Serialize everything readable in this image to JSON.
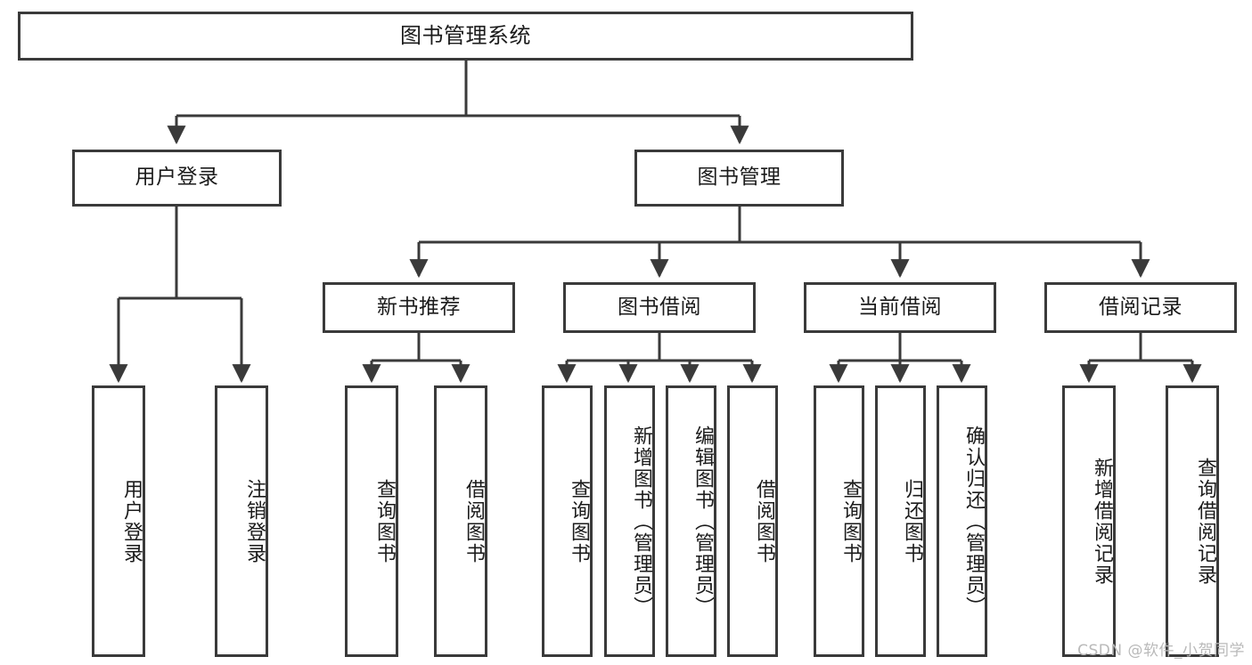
{
  "diagram": {
    "title": "图书管理系统",
    "type": "tree",
    "watermark": "CSDN @软件_小贺同学",
    "colors": {
      "box_border": "#3a3a3a",
      "box_fill": "#ffffff",
      "connector": "#3a3a3a",
      "text": "#1b1b1b",
      "watermark": "#b9b9b9"
    },
    "root": {
      "label": "图书管理系统"
    },
    "level2": [
      {
        "label": "用户登录"
      },
      {
        "label": "图书管理"
      }
    ],
    "level3": [
      {
        "label": "新书推荐"
      },
      {
        "label": "图书借阅"
      },
      {
        "label": "当前借阅"
      },
      {
        "label": "借阅记录"
      }
    ],
    "leaves": {
      "user_login": [
        {
          "label": "用户登录"
        },
        {
          "label": "注销登录"
        }
      ],
      "new_book": [
        {
          "label": "查询图书"
        },
        {
          "label": "借阅图书"
        }
      ],
      "borrow_book": [
        {
          "label": "查询图书"
        },
        {
          "label": "新增图书（管理员）"
        },
        {
          "label": "编辑图书（管理员）"
        },
        {
          "label": "借阅图书"
        }
      ],
      "current_borrow": [
        {
          "label": "查询图书"
        },
        {
          "label": "归还图书"
        },
        {
          "label": "确认归还（管理员）"
        }
      ],
      "borrow_record": [
        {
          "label": "新增借阅记录"
        },
        {
          "label": "查询借阅记录"
        }
      ]
    }
  }
}
